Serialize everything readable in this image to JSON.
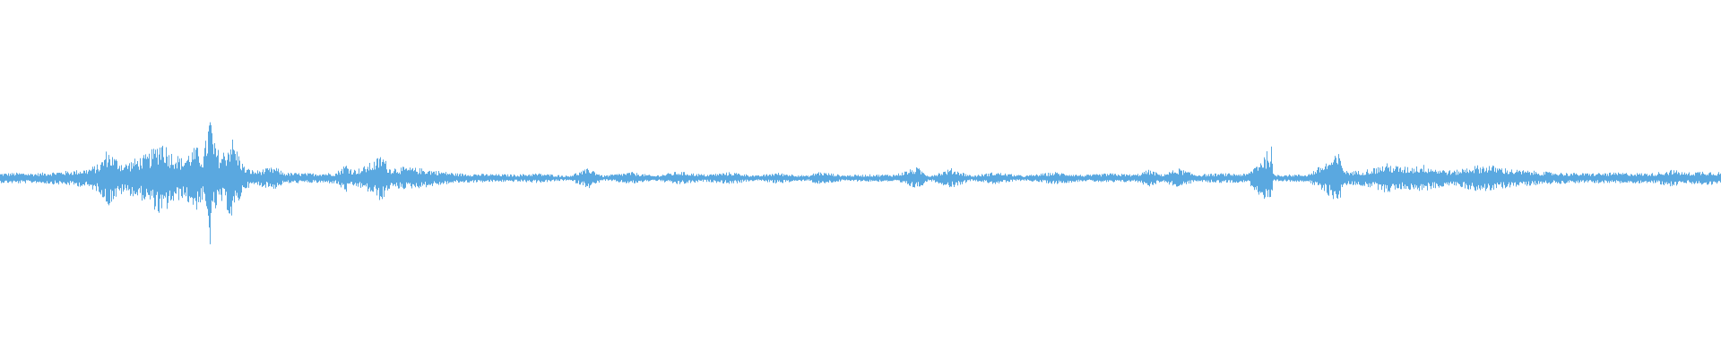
{
  "waveform": {
    "color": "#5aa8e0",
    "background": "#ffffff",
    "envelope": [
      [
        0.0,
        0.04
      ],
      [
        0.01,
        0.045
      ],
      [
        0.02,
        0.04
      ],
      [
        0.03,
        0.05
      ],
      [
        0.04,
        0.06
      ],
      [
        0.05,
        0.075
      ],
      [
        0.058,
        0.12
      ],
      [
        0.062,
        0.24
      ],
      [
        0.066,
        0.18
      ],
      [
        0.072,
        0.12
      ],
      [
        0.08,
        0.17
      ],
      [
        0.086,
        0.2
      ],
      [
        0.09,
        0.26
      ],
      [
        0.094,
        0.34
      ],
      [
        0.098,
        0.23
      ],
      [
        0.102,
        0.2
      ],
      [
        0.106,
        0.16
      ],
      [
        0.11,
        0.22
      ],
      [
        0.114,
        0.26
      ],
      [
        0.118,
        0.18
      ],
      [
        0.122,
        0.56
      ],
      [
        0.124,
        0.3
      ],
      [
        0.128,
        0.2
      ],
      [
        0.132,
        0.26
      ],
      [
        0.134,
        0.36
      ],
      [
        0.138,
        0.22
      ],
      [
        0.142,
        0.09
      ],
      [
        0.148,
        0.06
      ],
      [
        0.155,
        0.08
      ],
      [
        0.16,
        0.09
      ],
      [
        0.165,
        0.045
      ],
      [
        0.18,
        0.04
      ],
      [
        0.195,
        0.045
      ],
      [
        0.201,
        0.12
      ],
      [
        0.205,
        0.07
      ],
      [
        0.21,
        0.085
      ],
      [
        0.218,
        0.15
      ],
      [
        0.222,
        0.2
      ],
      [
        0.226,
        0.09
      ],
      [
        0.235,
        0.09
      ],
      [
        0.245,
        0.08
      ],
      [
        0.255,
        0.06
      ],
      [
        0.265,
        0.04
      ],
      [
        0.28,
        0.035
      ],
      [
        0.3,
        0.03
      ],
      [
        0.312,
        0.04
      ],
      [
        0.33,
        0.02
      ],
      [
        0.343,
        0.085
      ],
      [
        0.35,
        0.02
      ],
      [
        0.367,
        0.05
      ],
      [
        0.38,
        0.02
      ],
      [
        0.394,
        0.055
      ],
      [
        0.41,
        0.03
      ],
      [
        0.425,
        0.05
      ],
      [
        0.44,
        0.02
      ],
      [
        0.451,
        0.045
      ],
      [
        0.47,
        0.02
      ],
      [
        0.475,
        0.055
      ],
      [
        0.49,
        0.025
      ],
      [
        0.505,
        0.03
      ],
      [
        0.52,
        0.03
      ],
      [
        0.533,
        0.09
      ],
      [
        0.54,
        0.02
      ],
      [
        0.553,
        0.08
      ],
      [
        0.565,
        0.02
      ],
      [
        0.578,
        0.05
      ],
      [
        0.595,
        0.02
      ],
      [
        0.613,
        0.05
      ],
      [
        0.63,
        0.025
      ],
      [
        0.645,
        0.04
      ],
      [
        0.66,
        0.03
      ],
      [
        0.668,
        0.07
      ],
      [
        0.675,
        0.03
      ],
      [
        0.685,
        0.08
      ],
      [
        0.695,
        0.03
      ],
      [
        0.71,
        0.04
      ],
      [
        0.725,
        0.035
      ],
      [
        0.74,
        0.03
      ],
      [
        0.739,
        0.26
      ],
      [
        0.745,
        0.03
      ],
      [
        0.76,
        0.03
      ],
      [
        0.778,
        0.2
      ],
      [
        0.782,
        0.06
      ],
      [
        0.79,
        0.06
      ],
      [
        0.8,
        0.09
      ],
      [
        0.806,
        0.12
      ],
      [
        0.815,
        0.09
      ],
      [
        0.828,
        0.11
      ],
      [
        0.835,
        0.08
      ],
      [
        0.845,
        0.06
      ],
      [
        0.855,
        0.1
      ],
      [
        0.865,
        0.11
      ],
      [
        0.872,
        0.09
      ],
      [
        0.88,
        0.07
      ],
      [
        0.89,
        0.06
      ],
      [
        0.9,
        0.05
      ],
      [
        0.92,
        0.04
      ],
      [
        0.94,
        0.045
      ],
      [
        0.96,
        0.04
      ],
      [
        0.972,
        0.07
      ],
      [
        0.98,
        0.045
      ],
      [
        0.99,
        0.06
      ],
      [
        1.0,
        0.05
      ]
    ]
  }
}
